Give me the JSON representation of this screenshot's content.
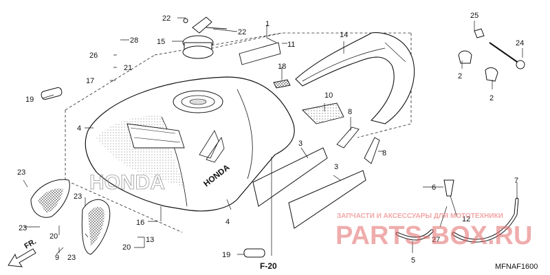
{
  "diagram": {
    "code": "MFNAF1600",
    "ref": "F-20",
    "front": "FR.",
    "brand": "HONDA"
  },
  "callouts": [
    "1",
    "2",
    "2",
    "3",
    "3",
    "4",
    "4",
    "5",
    "6",
    "7",
    "8",
    "8",
    "9",
    "10",
    "11",
    "12",
    "13",
    "14",
    "15",
    "16",
    "17",
    "18",
    "19",
    "19",
    "20",
    "20",
    "21",
    "22",
    "22",
    "23",
    "23",
    "23",
    "23",
    "24",
    "25",
    "26",
    "27",
    "28"
  ],
  "watermark": {
    "top": "ЗАПЧАСТИ И АКСЕССУАРЫ ДЛЯ МОТОТЕХНИКИ",
    "bottom": "PARTS-BOX.RU",
    "color": "#e05a5a"
  }
}
